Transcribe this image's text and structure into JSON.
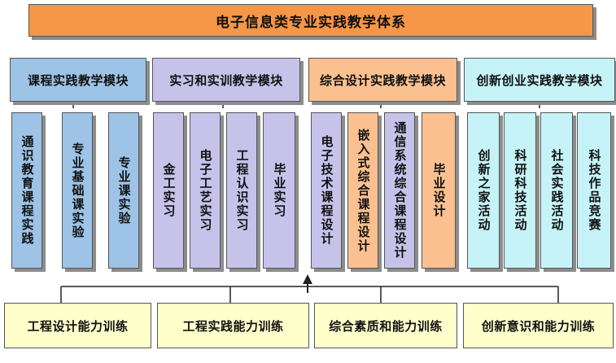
{
  "colors": {
    "title_bg": "#f79646",
    "blue": "#9dc3e6",
    "lavender": "#c7c2ea",
    "orange": "#fac090",
    "cyan": "#c6f3f7",
    "bottom_bg": "#ffffcc"
  },
  "title": "电子信息类专业实践教学体系",
  "categories": [
    {
      "label": "课程实践教学模块",
      "items": [
        "通识教育课程实践",
        "专业基础课实验",
        "专业课实验"
      ]
    },
    {
      "label": "实习和实训教学模块",
      "items": [
        "金工实习",
        "电子工艺实习",
        "工程认识实习",
        "毕业实习"
      ]
    },
    {
      "label": "综合设计实践教学模块",
      "items": [
        "电子技术课程设计",
        "嵌入式综合课程设计",
        "通信系统综合课程设计",
        "毕业设计"
      ]
    },
    {
      "label": "创新创业实践教学模块",
      "items": [
        "创新之家活动",
        "科研科技活动",
        "社会实践活动",
        "科技作品竞赛"
      ]
    }
  ],
  "trainings": [
    "工程设计能力训练",
    "工程实践能力训练",
    "综合素质和能力训练",
    "创新意识和能力训练"
  ]
}
